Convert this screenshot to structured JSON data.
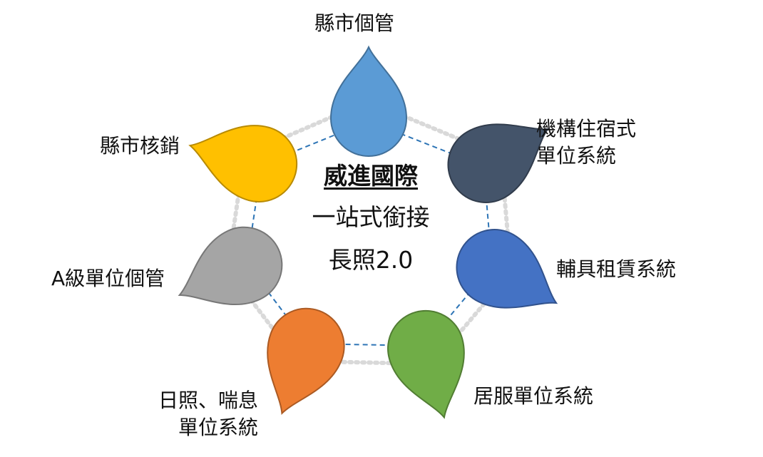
{
  "center": {
    "title": "威進國際",
    "line2": "一站式銜接",
    "line3": "長照2.0"
  },
  "nodes": [
    {
      "label": "縣市個管",
      "color": "#5B9BD5"
    },
    {
      "label": "機構住宿式\n單位系統",
      "color": "#44546A"
    },
    {
      "label": "輔具租賃系統",
      "color": "#4472C4"
    },
    {
      "label": "居服單位系統",
      "color": "#70AD47"
    },
    {
      "label": "日照、喘息\n單位系統",
      "color": "#ED7D31"
    },
    {
      "label": "A級單位個管",
      "color": "#A5A5A5"
    },
    {
      "label": "縣市核銷",
      "color": "#FFC000"
    }
  ],
  "colors": {
    "ring_dotted": "#D9D9D9",
    "ring_dashed": "#2E75B6"
  }
}
